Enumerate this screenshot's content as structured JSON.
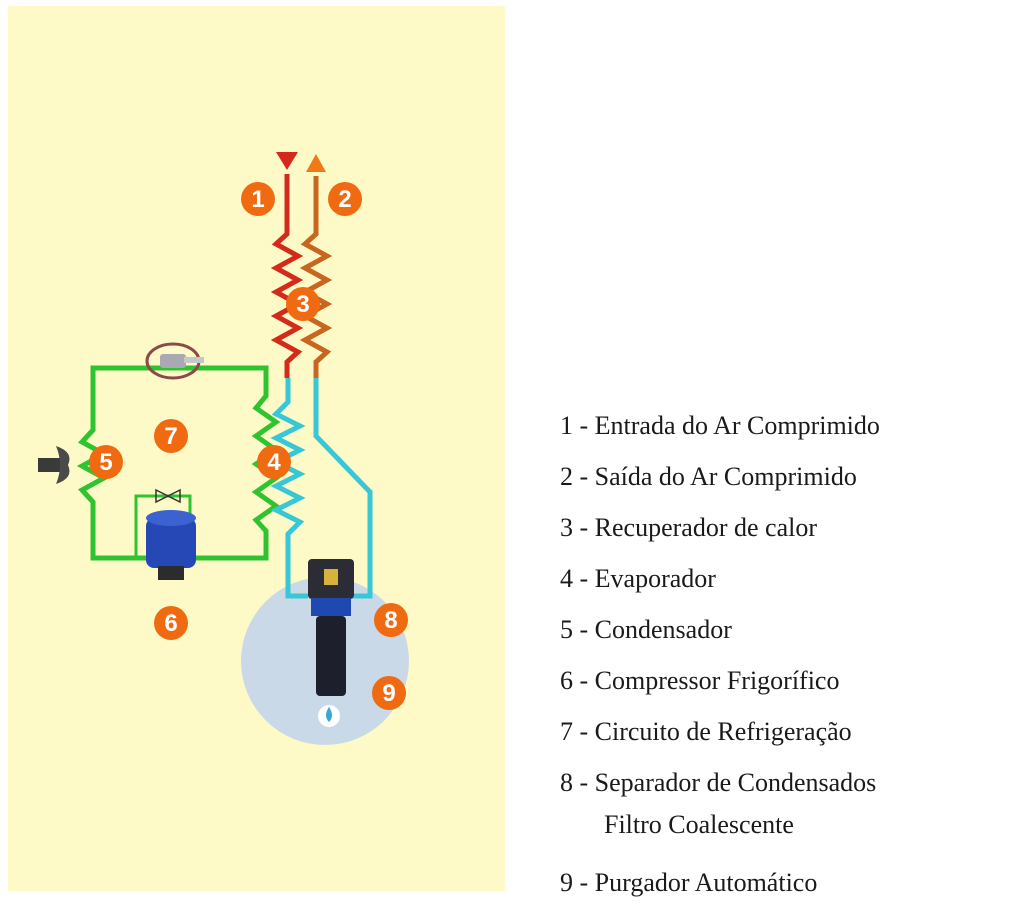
{
  "diagram": {
    "markers": [
      "1",
      "2",
      "3",
      "4",
      "5",
      "6",
      "7",
      "8",
      "9"
    ]
  },
  "legend": [
    {
      "num": "1",
      "sep": " - ",
      "text": "Entrada do Ar Comprimido"
    },
    {
      "num": "2",
      "sep": " - ",
      "text": "Saída do Ar Comprimido"
    },
    {
      "num": "3",
      "sep": " - ",
      "text": "Recuperador de calor"
    },
    {
      "num": "4",
      "sep": " - ",
      "text": "Evaporador"
    },
    {
      "num": "5",
      "sep": " - ",
      "text": "Condensador"
    },
    {
      "num": "6",
      "sep": " - ",
      "text": "Compressor Frigorífico"
    },
    {
      "num": "7",
      "sep": " - ",
      "text": "Circuito de Refrigeração"
    },
    {
      "num": "8",
      "sep": " - ",
      "text": "Separador de Condensados",
      "text2": "Filtro Coalescente"
    },
    {
      "num": "9",
      "sep": " - ",
      "text": "Purgador Automático"
    }
  ],
  "colors": {
    "background": "#fefac8",
    "air_inlet": "#d42a1a",
    "air_outlet": "#c8651e",
    "cold_air": "#37c7d6",
    "refrigerant": "#2fc42f",
    "marker": "#ef6a10",
    "drain_zone": "#c9d9e8"
  }
}
